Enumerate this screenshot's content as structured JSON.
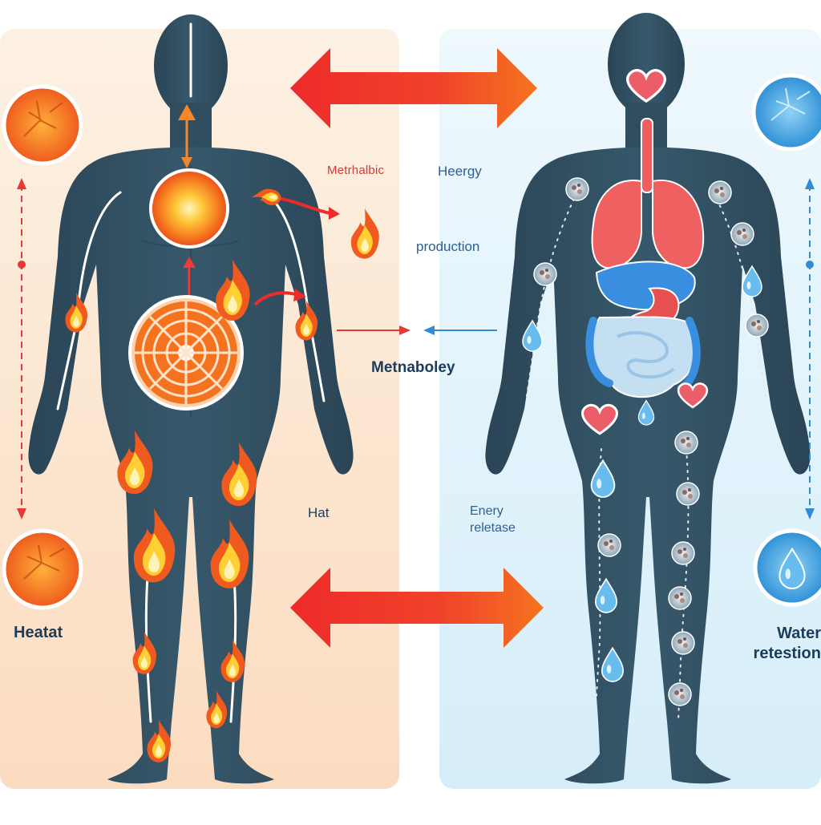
{
  "labels": {
    "metabolic": "Metrhalbic",
    "energy_top": "Heergy",
    "production": "production",
    "metaboley": "Metnaboley",
    "hat": "Hat",
    "energy_release_line1": "Enery",
    "energy_release_line2": "reletase",
    "heat": "Heatat",
    "water_line1": "Water",
    "water_line2": "retestion"
  },
  "colors": {
    "heat_panel": "#fde6cf",
    "water_panel": "#e3f3fb",
    "body": "#2e4b5c",
    "arrow_red": "#ee2a2a",
    "arrow_orange": "#f4751e",
    "flame_outer": "#f15a1f",
    "flame_inner": "#ffd43b",
    "water_drop": "#66b9ec",
    "heart": "#ec5d6a",
    "lung": "#ee5e5e",
    "liver": "#3a8ee0",
    "intestine": "#b9d9f2"
  },
  "icons": {
    "left_figure": "human-body-heat",
    "right_figure": "human-body-water",
    "top_arrow": "double-arrow",
    "bottom_arrow": "double-arrow",
    "flame": "flame-icon",
    "drop": "water-drop-icon",
    "heart": "heart-icon",
    "cell": "cell-icon"
  }
}
